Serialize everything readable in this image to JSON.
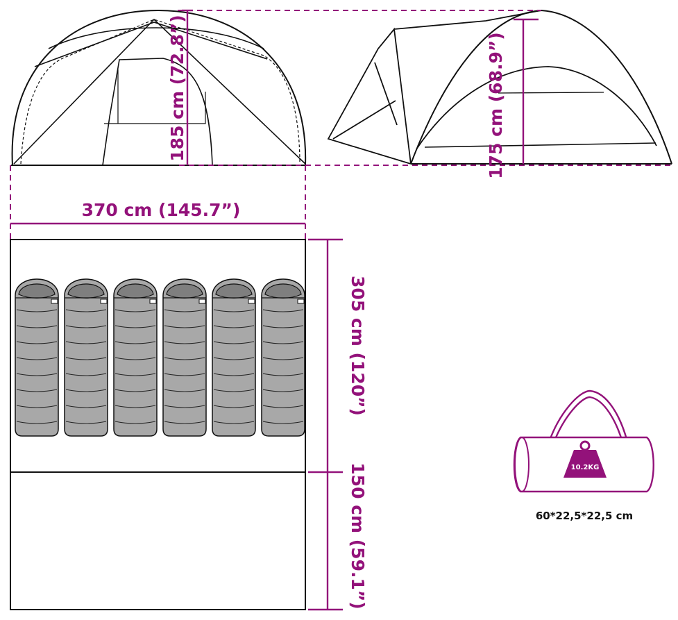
{
  "colors": {
    "accent": "#93127a",
    "outline": "#111111",
    "bag_gray": "#a8a8a8",
    "bag_stripe": "#c4c4c4",
    "bag_hood": "#7f7f7f"
  },
  "dimensions": {
    "front_height": "185 cm (72.8”)",
    "side_height": "175 cm (68.9”)",
    "width": "370 cm (145.7”)",
    "bedroom_depth": "305 cm (120”)",
    "vestibule_depth": "150 cm (59.1”)"
  },
  "carry_bag": {
    "weight": "10.2KG",
    "size": "60*22,5*22,5 cm",
    "icon": "weight-icon"
  },
  "sleeping_bags": {
    "count": 6
  }
}
